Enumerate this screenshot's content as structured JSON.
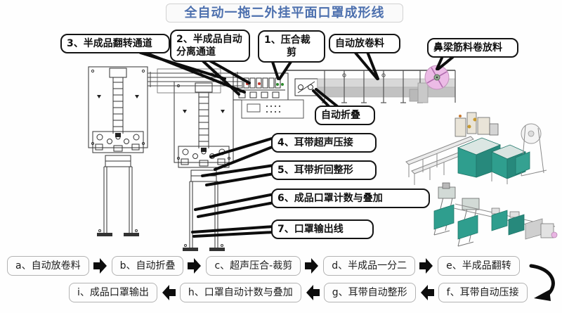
{
  "title": "全自动一拖二外挂平面口罩成形线",
  "callouts": {
    "flip_channel": "3、半成品翻转通道",
    "separate_line1": "2、半成品自动",
    "separate_line2": "分离通道",
    "press_cut_line1": "1、压合裁",
    "press_cut_line2": "剪",
    "auto_unwind": "自动放卷料",
    "nose_wire": "鼻梁筋料卷放料",
    "auto_fold": "自动折叠",
    "ear_weld": "4、耳带超声压接",
    "ear_fold": "5、耳带折回整形",
    "count_stack": "6、成品口罩计数与叠加",
    "output_line": "7、口罩输出线"
  },
  "flow_row1": [
    {
      "label": "a、自动放卷料"
    },
    {
      "label": "b、自动折叠"
    },
    {
      "label": "c、超声压合-裁剪"
    },
    {
      "label": "d、半成品一分二"
    },
    {
      "label": "e、半成品翻转"
    }
  ],
  "flow_row2": [
    {
      "label": "i、成品口罩输出"
    },
    {
      "label": "h、口罩自动计数与叠加"
    },
    {
      "label": "g、耳带自动整形"
    },
    {
      "label": "f、耳带自动压接"
    }
  ],
  "colors": {
    "title_text": "#4d70ae",
    "roll_pink": "#ecbbe6",
    "machine_teal": "#2f9e8e",
    "belt_gray": "#c2c2c2",
    "callout_border": "#141414"
  }
}
